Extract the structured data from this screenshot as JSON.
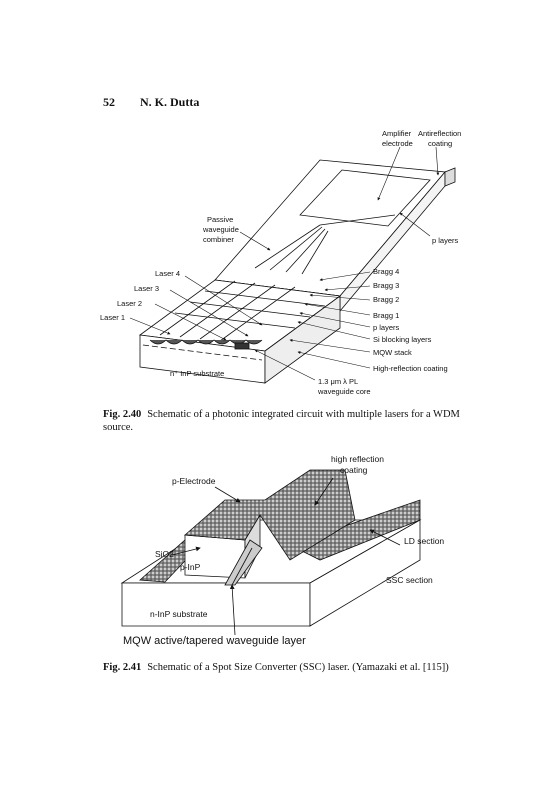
{
  "header": {
    "page_number": "52",
    "author": "N. K. Dutta"
  },
  "fig240": {
    "labels": {
      "amp_line1": "Amplifier",
      "amp_line2": "electrode",
      "anti_line1": "Antireflection",
      "anti_line2": "coating",
      "passive_line1": "Passive",
      "passive_line2": "waveguide",
      "passive_line3": "combiner",
      "p_layers_top": "p layers",
      "laser4": "Laser 4",
      "laser3": "Laser 3",
      "laser2": "Laser 2",
      "laser1": "Laser 1",
      "bragg4": "Bragg 4",
      "bragg3": "Bragg 3",
      "bragg2": "Bragg 2",
      "bragg1": "Bragg 1",
      "p_layers": "p layers",
      "si_blocking": "Si blocking layers",
      "mqw_stack": "MQW stack",
      "high_reflection": "High-reflection coating",
      "substrate": "n⁺ InP substrate",
      "um_line1": "1.3 μm λ PL",
      "um_line2": "waveguide core"
    },
    "caption_num": "Fig. 2.40",
    "caption_text": "Schematic of a photonic integrated circuit with multiple lasers for a WDM source."
  },
  "fig241": {
    "labels": {
      "hr_line1": "high reflection",
      "hr_line2": "coating",
      "p_electrode": "p-Electrode",
      "ld_section": "LD section",
      "sio2": "SiO2",
      "p_inp": "p-InP",
      "ssc_section": "SSC section",
      "n_inp": "n-InP substrate",
      "mqw_layer": "MQW active/tapered waveguide layer"
    },
    "caption_num": "Fig. 2.41",
    "caption_text": "Schematic of a Spot Size Converter (SSC) laser. (Yamazaki et al. [115])"
  }
}
